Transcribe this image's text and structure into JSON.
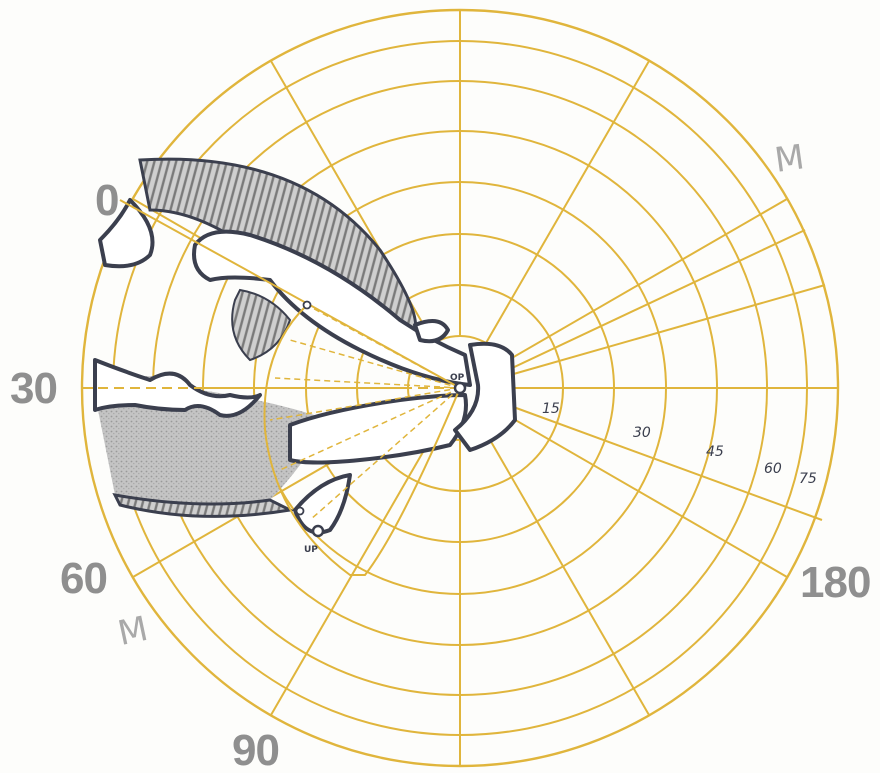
{
  "diagram": {
    "outer_labels": [
      {
        "id": "label-0",
        "text": "0"
      },
      {
        "id": "label-30",
        "text": "30"
      },
      {
        "id": "label-60",
        "text": "60"
      },
      {
        "id": "label-90",
        "text": "90"
      },
      {
        "id": "label-180",
        "text": "180"
      }
    ],
    "m_labels": [
      {
        "id": "m-upper-right",
        "text": "M"
      },
      {
        "id": "m-lower-left",
        "text": "M"
      }
    ],
    "radial_scale": [
      "15",
      "30",
      "45",
      "60",
      "75"
    ],
    "markers": {
      "up": "UP",
      "center": "OP"
    },
    "colors": {
      "grid": "#e0b53c",
      "outline": "#3b3f4e",
      "shade": "#8a8a8a",
      "label_gray": "#8f8f8f"
    }
  }
}
